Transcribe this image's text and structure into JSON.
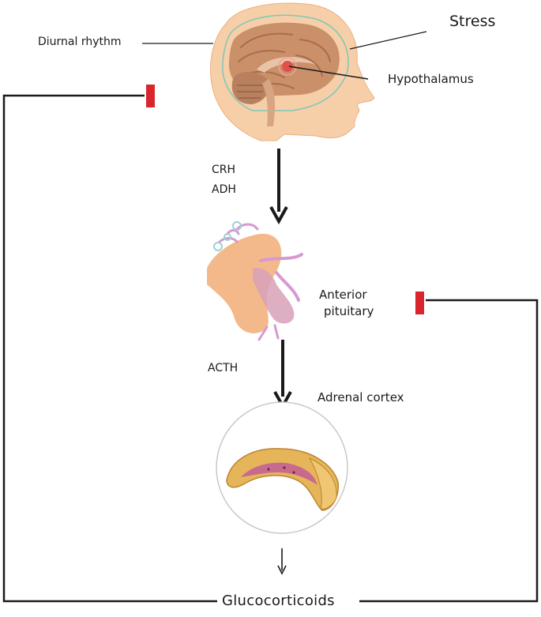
{
  "labels": {
    "stress": "Stress",
    "diurnal_rhythm": "Diurnal rhythm",
    "hypothalamus": "Hypothalamus",
    "crh": "CRH",
    "adh": "ADH",
    "anterior": "Anterior",
    "pituitary": "pituitary",
    "acth": "ACTH",
    "adrenal_cortex": "Adrenal cortex",
    "glucocorticoids": "Glucocorticoids"
  },
  "colors": {
    "line": "#1a1a1a",
    "inhibitor": "#d8262c",
    "skin": "#f6cfa9",
    "skin_shadow": "#ecae7f",
    "brain": "#c9906a",
    "brain_fold": "#a96d4c",
    "hypothalamus": "#e2504a",
    "gland": "#f4b98a",
    "gland_vessel": "#d79ad0",
    "adrenal_outer": "#e6b55a",
    "adrenal_inner": "#c76a8e",
    "circle_border": "#c9c9c9"
  },
  "icons": [
    "brain-head-icon",
    "pituitary-gland-icon",
    "adrenal-gland-icon",
    "inhibitor-bar-icon"
  ]
}
